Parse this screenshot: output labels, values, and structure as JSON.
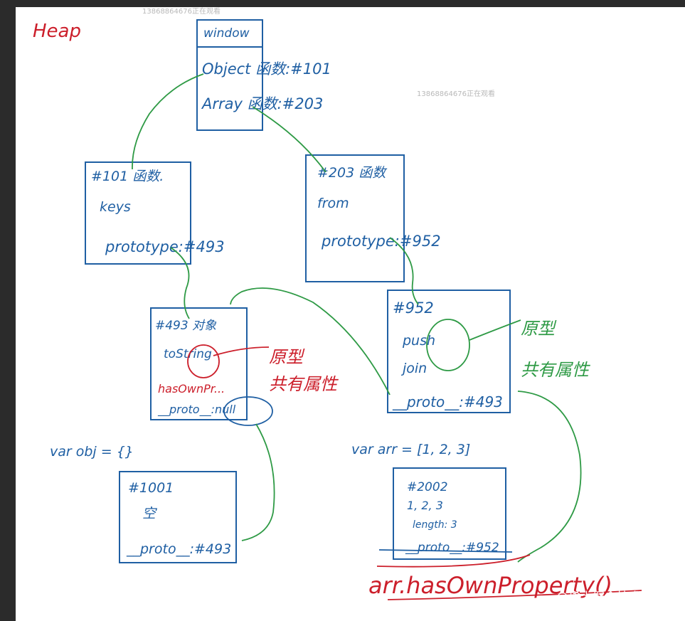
{
  "heading": "Heap",
  "watermarks": [
    "13868864676正在观看",
    "13868864676正在观看"
  ],
  "brand": "@稀土掘金技术社区",
  "window_box": {
    "title": "window",
    "rows": [
      "Object 函数:#101",
      "Array 函数:#203"
    ]
  },
  "box_101": {
    "rows": [
      "#101 函数.",
      "keys",
      "prototype:#493"
    ]
  },
  "box_203": {
    "rows": [
      "#203 函数",
      "from",
      "prototype:#952"
    ]
  },
  "box_493": {
    "rows": [
      "#493 对象",
      "toString",
      "hasOwnPr...",
      "__proto__:null"
    ]
  },
  "box_952": {
    "rows": [
      "#952",
      "push",
      "join",
      "__proto__:#493"
    ]
  },
  "box_1001": {
    "rows": [
      "#1001",
      "空",
      "__proto__:#493"
    ]
  },
  "box_2002": {
    "rows": [
      "#2002",
      "1, 2, 3",
      "length: 3",
      "__proto__:#952"
    ]
  },
  "decl_obj": "var obj = {}",
  "decl_arr": "var arr = [1, 2, 3]",
  "note_red": [
    "原型",
    "共有属性"
  ],
  "note_green": [
    "原型",
    "共有属性"
  ],
  "call": "arr.hasOwnProperty()",
  "colors": {
    "ink_blue": "#1f5fa3",
    "ink_red": "#cc1f2b",
    "ink_green": "#2e9a45",
    "paper": "#ffffff",
    "frame": "#2b2b2b"
  }
}
